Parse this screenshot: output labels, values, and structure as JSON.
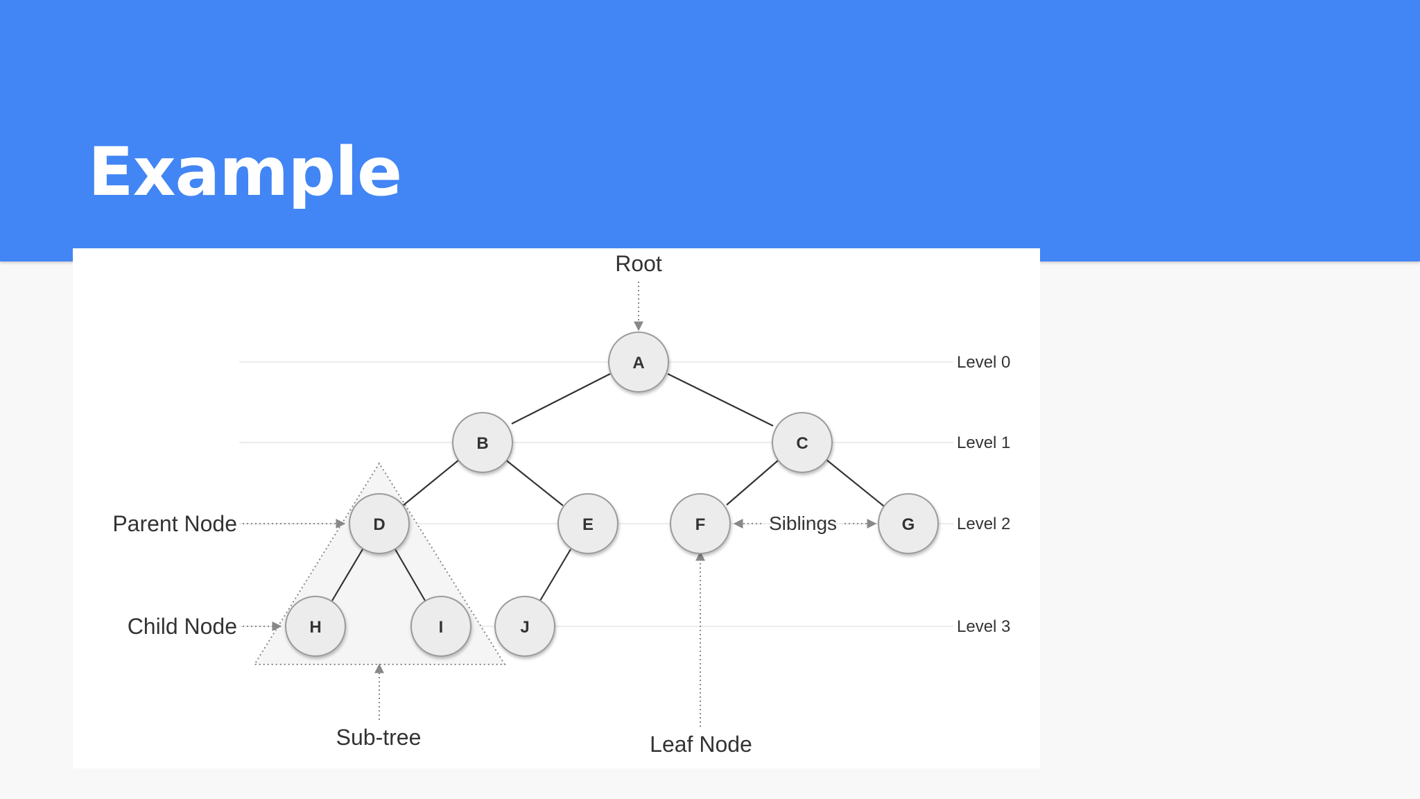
{
  "slide": {
    "title": "Example"
  },
  "diagram": {
    "nodes": [
      "A",
      "B",
      "C",
      "D",
      "E",
      "F",
      "G",
      "H",
      "I",
      "J"
    ],
    "edges": [
      [
        "A",
        "B"
      ],
      [
        "A",
        "C"
      ],
      [
        "B",
        "D"
      ],
      [
        "B",
        "E"
      ],
      [
        "C",
        "F"
      ],
      [
        "C",
        "G"
      ],
      [
        "D",
        "H"
      ],
      [
        "D",
        "I"
      ],
      [
        "E",
        "J"
      ]
    ],
    "levels": [
      "Level 0",
      "Level 1",
      "Level 2",
      "Level 3"
    ],
    "annotations": {
      "root": "Root",
      "parent_node": "Parent Node",
      "child_node": "Child Node",
      "siblings": "Siblings",
      "sub_tree": "Sub-tree",
      "leaf_node": "Leaf Node"
    }
  }
}
